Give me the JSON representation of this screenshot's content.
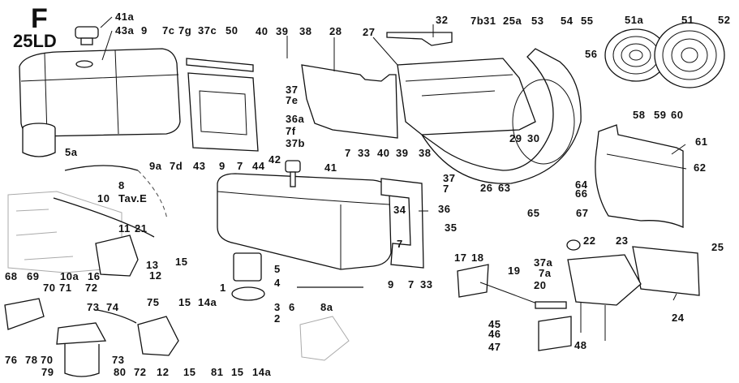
{
  "title": {
    "section_letter": "F",
    "model": "25LD"
  },
  "labels": {
    "l41a": "41a",
    "l43a": "43a",
    "l9_top": "9",
    "l7c": "7c",
    "l7g": "7g",
    "l37c": "37c",
    "l50": "50",
    "l40_top": "40",
    "l39_top": "39",
    "l38_top": "38",
    "l28": "28",
    "l27": "27",
    "l32": "32",
    "l7b": "7b",
    "l31": "31",
    "l25a": "25a",
    "l53": "53",
    "l54": "54",
    "l55": "55",
    "l56": "56",
    "l51a": "51a",
    "l51": "51",
    "l52": "52",
    "l37_top": "37",
    "l7e": "7e",
    "l36a": "36a",
    "l7f": "7f",
    "l37b": "37b",
    "l5a": "5a",
    "l9a": "9a",
    "l7d": "7d",
    "l8": "8",
    "l10": "10",
    "l_tav": "Tav.E",
    "l11": "11",
    "l21": "21",
    "l13": "13",
    "l15_a": "15",
    "l12_top": "12",
    "l10a": "10a",
    "l16": "16",
    "l43": "43",
    "l9_mid": "9",
    "l7_mid": "7",
    "l44": "44",
    "l42": "42",
    "l41": "41",
    "l7_r": "7",
    "l33_r": "33",
    "l40_mid": "40",
    "l39_mid": "39",
    "l38_mid": "38",
    "l37_mid": "37",
    "l7_r2": "7",
    "l36": "36",
    "l34": "34",
    "l7_34": "7",
    "l35": "35",
    "l9_low": "9",
    "l7_low": "7",
    "l33_low": "33",
    "l29": "29",
    "l30": "30",
    "l26": "26",
    "l63": "63",
    "l64": "64",
    "l66": "66",
    "l65": "65",
    "l67": "67",
    "l58": "58",
    "l59": "59",
    "l60": "60",
    "l61": "61",
    "l62": "62",
    "l1": "1",
    "l5": "5",
    "l4": "4",
    "l3": "3",
    "l2": "2",
    "l6": "6",
    "l8a": "8a",
    "l68": "68",
    "l69": "69",
    "l70_a": "70",
    "l71": "71",
    "l72_a": "72",
    "l73_a": "73",
    "l74": "74",
    "l75": "75",
    "l76": "76",
    "l78": "78",
    "l70_b": "70",
    "l73_b": "73",
    "l79": "79",
    "l80": "80",
    "l72_b": "72",
    "l12_low": "12",
    "l15_b": "15",
    "l14a_a": "14a",
    "l15_c": "15",
    "l81": "81",
    "l15_d": "15",
    "l14a_b": "14a",
    "l17": "17",
    "l18": "18",
    "l19": "19",
    "l20": "20",
    "l22": "22",
    "l23": "23",
    "l37a": "37a",
    "l7a": "7a",
    "l25": "25",
    "l24": "24",
    "l45": "45",
    "l46": "46",
    "l47": "47",
    "l48": "48"
  }
}
